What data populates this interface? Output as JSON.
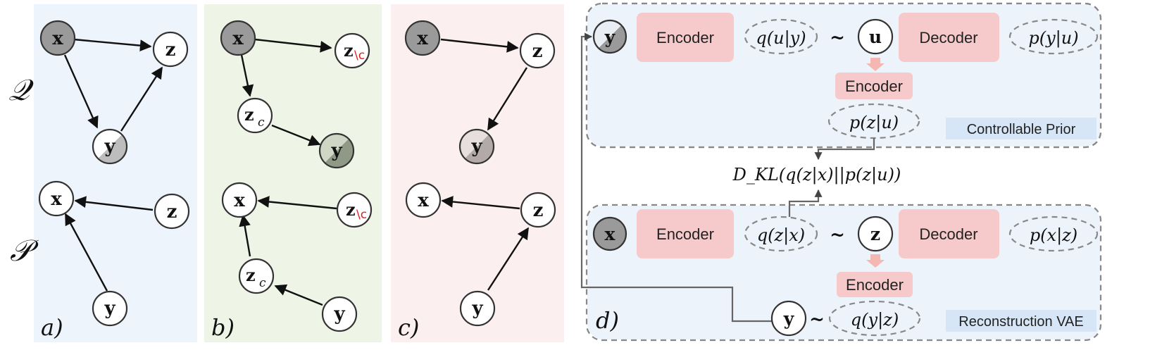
{
  "colors": {
    "panel_a": "#eef4fc",
    "panel_b": "#eef5e6",
    "panel_c": "#fcefef",
    "panel_d": "#edf3fb",
    "encoder_box": "#f6caca",
    "arrow_pink": "#f4b7b2",
    "label_bg": "#d6e6f7"
  },
  "row_labels": {
    "q": "𝒬",
    "p": "𝒫"
  },
  "panels": {
    "a": {
      "label": "a)"
    },
    "b": {
      "label": "b)"
    },
    "c": {
      "label": "c)"
    },
    "d": {
      "label": "d)"
    }
  },
  "nodes": {
    "x": "x",
    "y": "y",
    "z": "z",
    "zc_base": "z",
    "zc_sub": "c",
    "zexcl_base": "z",
    "zexcl_sub": "\\c",
    "u": "u"
  },
  "controllable_prior": {
    "encoder_label": "Encoder",
    "decoder_label": "Decoder",
    "encoder2_label": "Encoder",
    "q_u_y": "q(u|y)",
    "p_y_u": "p(y|u)",
    "p_z_u": "p(z|u)",
    "tilde": "~",
    "title": "Controllable Prior"
  },
  "kl_term": "D_KL(q(z|x)||p(z|u))",
  "reconstruction_vae": {
    "encoder_label": "Encoder",
    "decoder_label": "Decoder",
    "encoder2_label": "Encoder",
    "q_z_x": "q(z|x)",
    "p_x_z": "p(x|z)",
    "q_y_z": "q(y|z)",
    "tilde": "~",
    "title": "Reconstruction VAE"
  }
}
